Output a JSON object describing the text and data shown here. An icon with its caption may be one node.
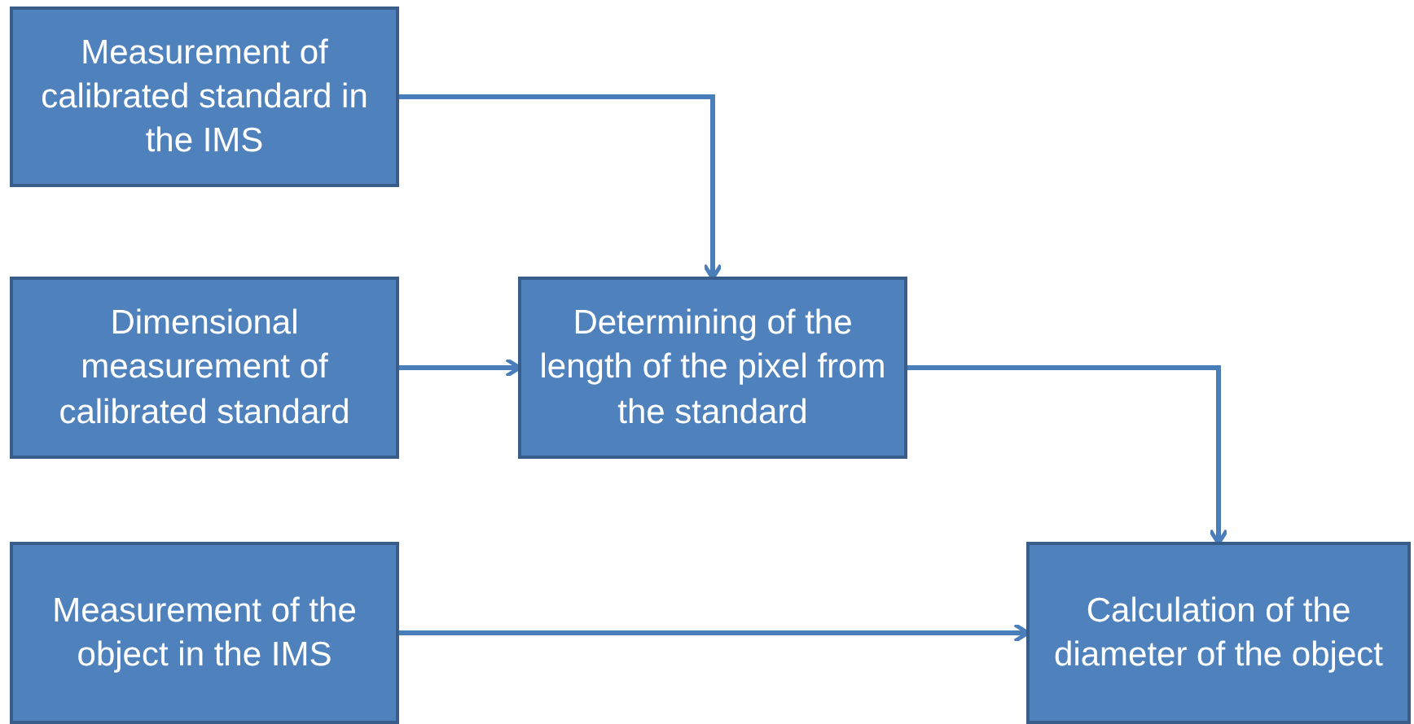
{
  "diagram": {
    "nodes": [
      {
        "text": [
          "Measurement of calibrated standard in the IMS"
        ]
      },
      {
        "text": [
          "Dimensional measurement of calibrated standard"
        ]
      },
      {
        "text": [
          "Determining of the length of the pixel from the standard"
        ]
      },
      {
        "text": [
          "Measurement of the object in the IMS"
        ]
      },
      {
        "text": [
          "Calculation of the diameter of the object"
        ]
      }
    ],
    "edges": [
      {
        "from": 0,
        "to": 2,
        "arrow": "to"
      },
      {
        "from": 1,
        "to": 2,
        "arrow": "to"
      },
      {
        "from": 2,
        "to": 4,
        "arrow": "to"
      },
      {
        "from": 3,
        "to": 4,
        "arrow": "to"
      }
    ]
  }
}
